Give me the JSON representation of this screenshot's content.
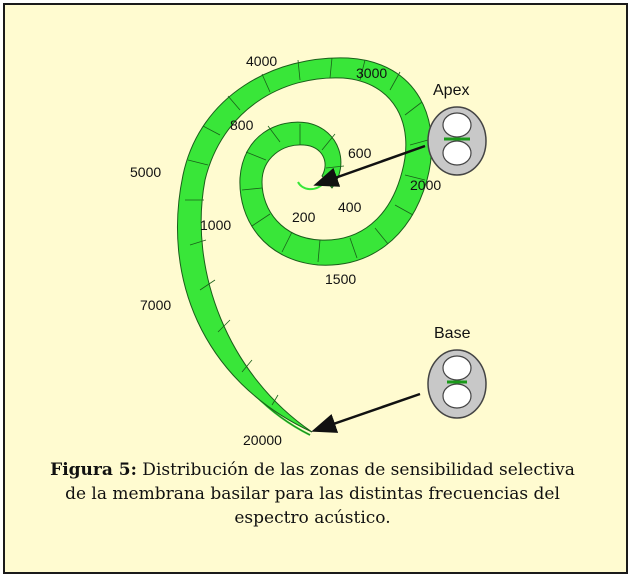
{
  "labels": {
    "f4000": "4000",
    "f3000": "3000",
    "f800": "800",
    "f600": "600",
    "f5000": "5000",
    "f2000": "2000",
    "f1000": "1000",
    "f200": "200",
    "f400": "400",
    "f1500": "1500",
    "f7000": "7000",
    "f20000": "20000",
    "apex": "Apex",
    "base": "Base"
  },
  "caption": {
    "bold": "Figura 5:",
    "text": " Distribución de las zonas de sensibilidad selectiva de la membrana basilar para las distintas frecuencias del espectro acústico."
  },
  "colors": {
    "background": "#fffbd0",
    "membrane": "#39e639",
    "cross_section": "#c8c8c8"
  }
}
